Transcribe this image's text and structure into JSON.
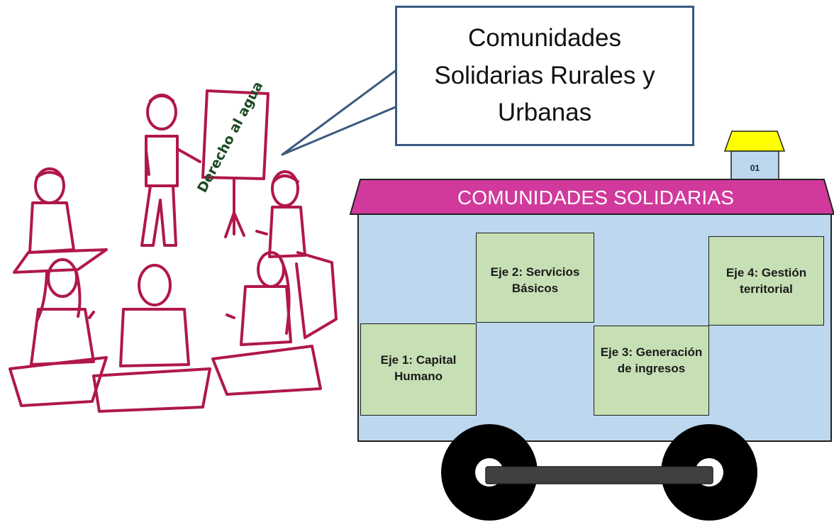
{
  "bubble": {
    "text": "Comunidades Solidarias Rurales y Urbanas"
  },
  "cart": {
    "roof_label": "COMUNIDADES SOLIDARIAS",
    "chimney_label": "01",
    "axes": [
      {
        "label": "Eje 1: Capital Humano"
      },
      {
        "label": "Eje 2: Servicios Básicos"
      },
      {
        "label": "Eje 3: Generación de ingresos"
      },
      {
        "label": "Eje 4: Gestión territorial"
      }
    ]
  },
  "sketch": {
    "board_text": "Derecho al agua"
  },
  "colors": {
    "roof": "#d13a9c",
    "cart_body": "#bdd7ee",
    "axis_box": "#c6dfb4",
    "chimney_cap": "#ffff00",
    "bubble_border": "#3a5a80",
    "sketch_ink": "#b01848"
  }
}
